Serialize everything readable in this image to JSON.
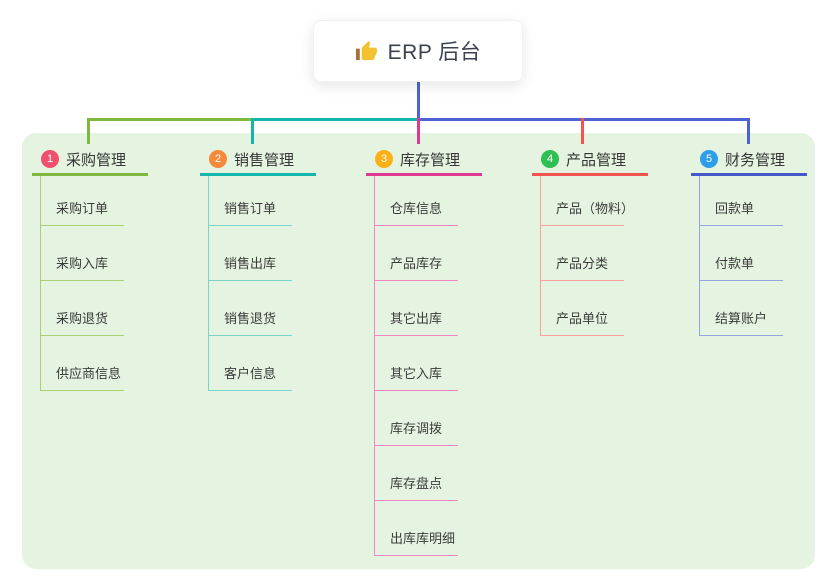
{
  "root": {
    "title": "ERP 后台",
    "icon": "thumbs-up-icon",
    "icon_color": "#f2c233",
    "icon_cuff_color": "#a4713a"
  },
  "colors": {
    "page_bg": "#ffffff",
    "panel_bg": "#e5f4e0",
    "root_line": "#4e63d3",
    "text": "#3b3b3b"
  },
  "branches": [
    {
      "index": "1",
      "title": "采购管理",
      "badge_color": "#f0506e",
      "line_color": "#7cb93e",
      "child_line_color": "#a9d174",
      "children": [
        "采购订单",
        "采购入库",
        "采购退货",
        "供应商信息"
      ]
    },
    {
      "index": "2",
      "title": "销售管理",
      "badge_color": "#f6893c",
      "line_color": "#14b5aa",
      "child_line_color": "#79d5cb",
      "children": [
        "销售订单",
        "销售出库",
        "销售退货",
        "客户信息"
      ]
    },
    {
      "index": "3",
      "title": "库存管理",
      "badge_color": "#fbb017",
      "line_color": "#de3a93",
      "child_line_color": "#ef87c2",
      "children": [
        "仓库信息",
        "产品库存",
        "其它出库",
        "其它入库",
        "库存调拨",
        "库存盘点",
        "出库库明细"
      ]
    },
    {
      "index": "4",
      "title": "产品管理",
      "badge_color": "#2fbf53",
      "line_color": "#f4534f",
      "child_line_color": "#f9a29d",
      "children": [
        "产品（物料）",
        "产品分类",
        "产品单位"
      ]
    },
    {
      "index": "5",
      "title": "财务管理",
      "badge_color": "#2d9fe8",
      "line_color": "#4159cb",
      "child_line_color": "#93a5e2",
      "children": [
        "回款单",
        "付款单",
        "结算账户"
      ]
    }
  ]
}
